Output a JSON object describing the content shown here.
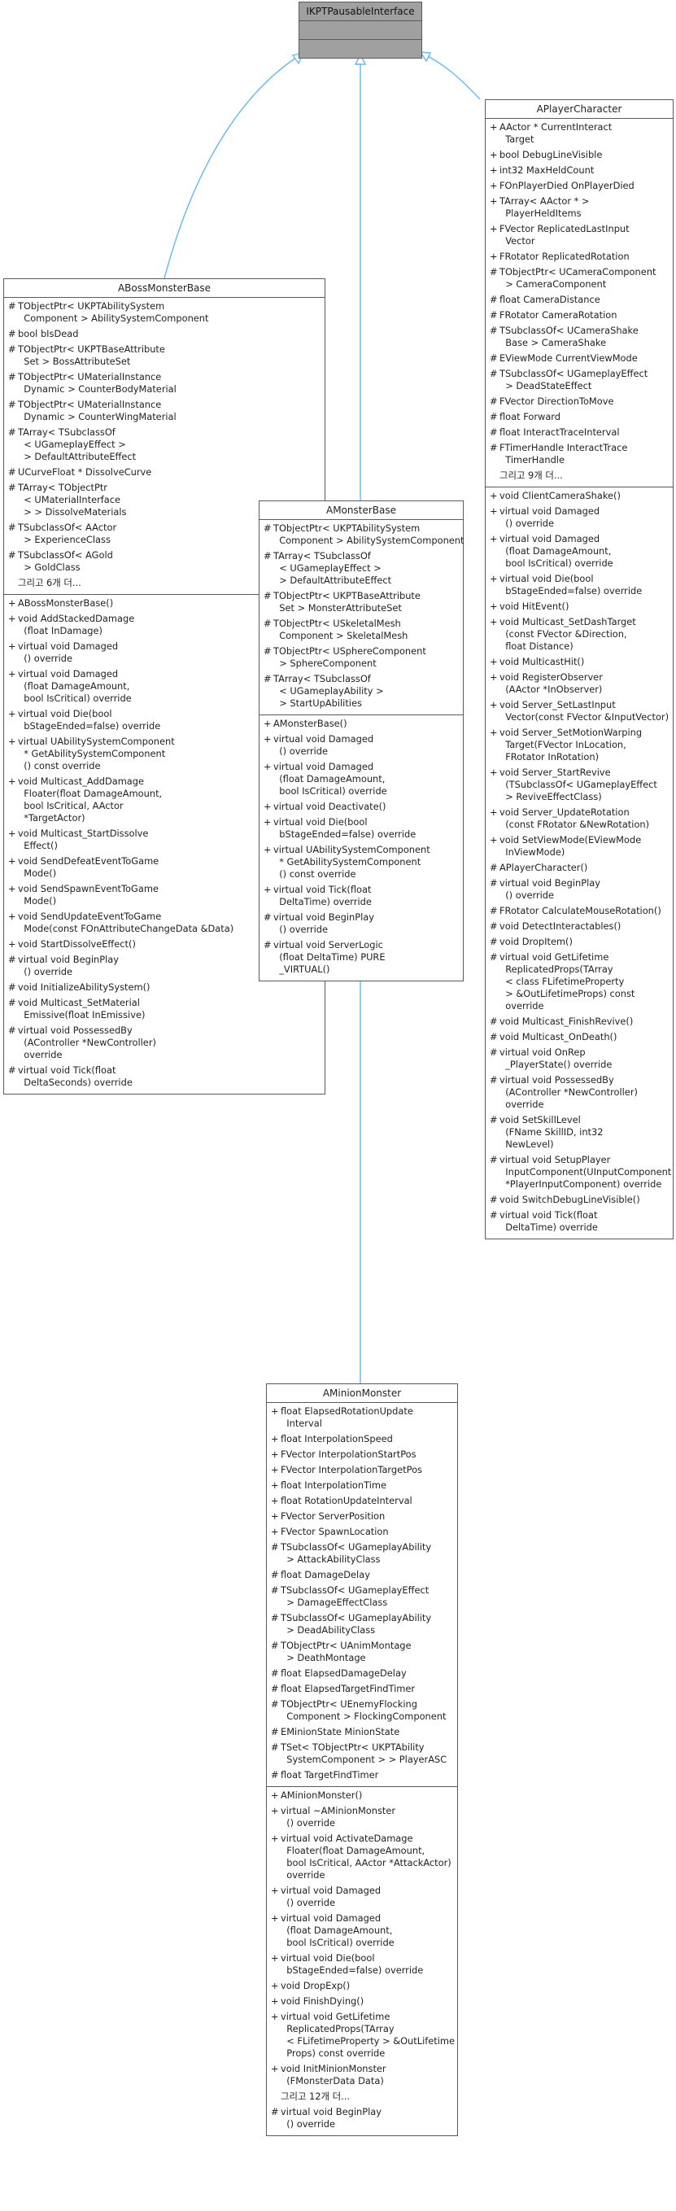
{
  "diagram": {
    "interface": {
      "title": "IKPTPausableInterface"
    },
    "classes": [
      {
        "id": "boss",
        "title": "ABossMonsterBase",
        "attributes": [
          [
            "#",
            "TObjectPtr< UKPTAbilitySystem\n  Component > AbilitySystemComponent"
          ],
          [
            "#",
            "bool bIsDead"
          ],
          [
            "#",
            "TObjectPtr< UKPTBaseAttribute\n  Set > BossAttributeSet"
          ],
          [
            "#",
            "TObjectPtr< UMaterialInstance\n  Dynamic > CounterBodyMaterial"
          ],
          [
            "#",
            "TObjectPtr< UMaterialInstance\n  Dynamic > CounterWingMaterial"
          ],
          [
            "#",
            "TArray< TSubclassOf\n  < UGameplayEffect >\n  > DefaultAttributeEffect"
          ],
          [
            "#",
            "UCurveFloat * DissolveCurve"
          ],
          [
            "#",
            "TArray< TObjectPtr\n  < UMaterialInterface\n  > > DissolveMaterials"
          ],
          [
            "#",
            "TSubclassOf< AActor\n  > ExperienceClass"
          ],
          [
            "#",
            "TSubclassOf< AGold\n  > GoldClass"
          ],
          [
            "",
            "그리고 6개 더..."
          ]
        ],
        "methods": [
          [
            "+",
            "ABossMonsterBase()"
          ],
          [
            "+",
            "void AddStackedDamage\n  (float InDamage)"
          ],
          [
            "+",
            "virtual void Damaged\n  () override"
          ],
          [
            "+",
            "virtual void Damaged\n  (float DamageAmount,\n  bool IsCritical) override"
          ],
          [
            "+",
            "virtual void Die(bool\n  bStageEnded=false) override"
          ],
          [
            "+",
            "virtual UAbilitySystemComponent\n  * GetAbilitySystemComponent\n  () const override"
          ],
          [
            "+",
            "void Multicast_AddDamage\n  Floater(float DamageAmount,\n  bool IsCritical, AActor\n  *TargetActor)"
          ],
          [
            "+",
            "void Multicast_StartDissolve\n  Effect()"
          ],
          [
            "+",
            "void SendDefeatEventToGame\n  Mode()"
          ],
          [
            "+",
            "void SendSpawnEventToGame\n  Mode()"
          ],
          [
            "+",
            "void SendUpdateEventToGame\n  Mode(const FOnAttributeChangeData &Data)"
          ],
          [
            "+",
            "void StartDissolveEffect()"
          ],
          [
            "#",
            "virtual void BeginPlay\n  () override"
          ],
          [
            "#",
            "void InitializeAbilitySystem()"
          ],
          [
            "#",
            "void Multicast_SetMaterial\n  Emissive(float InEmissive)"
          ],
          [
            "#",
            "virtual void PossessedBy\n  (AController *NewController)\n  override"
          ],
          [
            "#",
            "virtual void Tick(float\n  DeltaSeconds) override"
          ]
        ]
      },
      {
        "id": "monster",
        "title": "AMonsterBase",
        "attributes": [
          [
            "#",
            "TObjectPtr< UKPTAbilitySystem\n  Component > AbilitySystemComponent"
          ],
          [
            "#",
            "TArray< TSubclassOf\n  < UGameplayEffect >\n  > DefaultAttributeEffect"
          ],
          [
            "#",
            "TObjectPtr< UKPTBaseAttribute\n  Set > MonsterAttributeSet"
          ],
          [
            "#",
            "TObjectPtr< USkeletalMesh\n  Component > SkeletalMesh"
          ],
          [
            "#",
            "TObjectPtr< USphereComponent\n  > SphereComponent"
          ],
          [
            "#",
            "TArray< TSubclassOf\n  < UGameplayAbility >\n  > StartUpAbilities"
          ]
        ],
        "methods": [
          [
            "+",
            "AMonsterBase()"
          ],
          [
            "+",
            "virtual void Damaged\n  () override"
          ],
          [
            "+",
            "virtual void Damaged\n  (float DamageAmount,\n  bool IsCritical) override"
          ],
          [
            "+",
            "virtual void Deactivate()"
          ],
          [
            "+",
            "virtual void Die(bool\n  bStageEnded=false) override"
          ],
          [
            "+",
            "virtual UAbilitySystemComponent\n  * GetAbilitySystemComponent\n  () const override"
          ],
          [
            "+",
            "virtual void Tick(float\n  DeltaTime) override"
          ],
          [
            "#",
            "virtual void BeginPlay\n  () override"
          ],
          [
            "#",
            "virtual void ServerLogic\n  (float DeltaTime) PURE\n  _VIRTUAL()"
          ]
        ]
      },
      {
        "id": "player",
        "title": "APlayerCharacter",
        "attributes": [
          [
            "+",
            "AActor * CurrentInteract\n  Target"
          ],
          [
            "+",
            "bool DebugLineVisible"
          ],
          [
            "+",
            "int32 MaxHeldCount"
          ],
          [
            "+",
            "FOnPlayerDied OnPlayerDied"
          ],
          [
            "+",
            "TArray< AActor * >\n  PlayerHeldItems"
          ],
          [
            "+",
            "FVector ReplicatedLastInput\n  Vector"
          ],
          [
            "+",
            "FRotator ReplicatedRotation"
          ],
          [
            "#",
            "TObjectPtr< UCameraComponent\n  > CameraComponent"
          ],
          [
            "#",
            "float CameraDistance"
          ],
          [
            "#",
            "FRotator CameraRotation"
          ],
          [
            "#",
            "TSubclassOf< UCameraShake\n  Base > CameraShake"
          ],
          [
            "#",
            "EViewMode CurrentViewMode"
          ],
          [
            "#",
            "TSubclassOf< UGameplayEffect\n  > DeadStateEffect"
          ],
          [
            "#",
            "FVector DirectionToMove"
          ],
          [
            "#",
            "float Forward"
          ],
          [
            "#",
            "float InteractTraceInterval"
          ],
          [
            "#",
            "FTimerHandle InteractTrace\n  TimerHandle"
          ],
          [
            "",
            "그리고 9개 더..."
          ]
        ],
        "methods": [
          [
            "+",
            "void ClientCameraShake()"
          ],
          [
            "+",
            "virtual void Damaged\n  () override"
          ],
          [
            "+",
            "virtual void Damaged\n  (float DamageAmount,\n  bool IsCritical) override"
          ],
          [
            "+",
            "virtual void Die(bool\n  bStageEnded=false) override"
          ],
          [
            "+",
            "void HitEvent()"
          ],
          [
            "+",
            "void Multicast_SetDashTarget\n  (const FVector &Direction,\n  float Distance)"
          ],
          [
            "+",
            "void MulticastHit()"
          ],
          [
            "+",
            "void RegisterObserver\n  (AActor *InObserver)"
          ],
          [
            "+",
            "void Server_SetLastInput\n  Vector(const FVector &InputVector)"
          ],
          [
            "+",
            "void Server_SetMotionWarping\n  Target(FVector InLocation,\n  FRotator InRotation)"
          ],
          [
            "+",
            "void Server_StartRevive\n  (TSubclassOf< UGameplayEffect\n  > ReviveEffectClass)"
          ],
          [
            "+",
            "void Server_UpdateRotation\n  (const FRotator &NewRotation)"
          ],
          [
            "+",
            "void SetViewMode(EViewMode\n  InViewMode)"
          ],
          [
            "#",
            "APlayerCharacter()"
          ],
          [
            "#",
            "virtual void BeginPlay\n  () override"
          ],
          [
            "#",
            "FRotator CalculateMouseRotation()"
          ],
          [
            "#",
            "void DetectInteractables()"
          ],
          [
            "#",
            "void DropItem()"
          ],
          [
            "#",
            "virtual void GetLifetime\n  ReplicatedProps(TArray\n  < class FLifetimeProperty\n  > &OutLifetimeProps) const\n  override"
          ],
          [
            "#",
            "void Multicast_FinishRevive()"
          ],
          [
            "#",
            "void Multicast_OnDeath()"
          ],
          [
            "#",
            "virtual void OnRep\n  _PlayerState() override"
          ],
          [
            "#",
            "virtual void PossessedBy\n  (AController *NewController)\n  override"
          ],
          [
            "#",
            "void SetSkillLevel\n  (FName SkillID, int32\n  NewLevel)"
          ],
          [
            "#",
            "virtual void SetupPlayer\n  InputComponent(UInputComponent\n  *PlayerInputComponent) override"
          ],
          [
            "#",
            "void SwitchDebugLineVisible()"
          ],
          [
            "#",
            "virtual void Tick(float\n  DeltaTime) override"
          ]
        ]
      },
      {
        "id": "minion",
        "title": "AMinionMonster",
        "attributes": [
          [
            "+",
            "float ElapsedRotationUpdate\n  Interval"
          ],
          [
            "+",
            "float InterpolationSpeed"
          ],
          [
            "+",
            "FVector InterpolationStartPos"
          ],
          [
            "+",
            "FVector InterpolationTargetPos"
          ],
          [
            "+",
            "float InterpolationTime"
          ],
          [
            "+",
            "float RotationUpdateInterval"
          ],
          [
            "+",
            "FVector ServerPosition"
          ],
          [
            "+",
            "FVector SpawnLocation"
          ],
          [
            "#",
            "TSubclassOf< UGameplayAbility\n  > AttackAbilityClass"
          ],
          [
            "#",
            "float DamageDelay"
          ],
          [
            "#",
            "TSubclassOf< UGameplayEffect\n  > DamageEffectClass"
          ],
          [
            "#",
            "TSubclassOf< UGameplayAbility\n  > DeadAbilityClass"
          ],
          [
            "#",
            "TObjectPtr< UAnimMontage\n  > DeathMontage"
          ],
          [
            "#",
            "float ElapsedDamageDelay"
          ],
          [
            "#",
            "float ElapsedTargetFindTimer"
          ],
          [
            "#",
            "TObjectPtr< UEnemyFlocking\n  Component > FlockingComponent"
          ],
          [
            "#",
            "EMinionState MinionState"
          ],
          [
            "#",
            "TSet< TObjectPtr< UKPTAbility\n  SystemComponent > > PlayerASC"
          ],
          [
            "#",
            "float TargetFindTimer"
          ]
        ],
        "methods": [
          [
            "+",
            "AMinionMonster()"
          ],
          [
            "+",
            "virtual ~AMinionMonster\n  () override"
          ],
          [
            "+",
            "virtual void ActivateDamage\n  Floater(float DamageAmount,\n  bool IsCritical, AActor *AttackActor)\n  override"
          ],
          [
            "+",
            "virtual void Damaged\n  () override"
          ],
          [
            "+",
            "virtual void Damaged\n  (float DamageAmount,\n  bool IsCritical) override"
          ],
          [
            "+",
            "virtual void Die(bool\n  bStageEnded=false) override"
          ],
          [
            "+",
            "void DropExp()"
          ],
          [
            "+",
            "void FinishDying()"
          ],
          [
            "+",
            "virtual void GetLifetime\n  ReplicatedProps(TArray\n  < FLifetimeProperty > &OutLifetime\n  Props) const override"
          ],
          [
            "+",
            "void InitMinionMonster\n  (FMonsterData Data)"
          ],
          [
            "",
            "그리고 12개 더..."
          ],
          [
            "#",
            "virtual void BeginPlay\n  () override"
          ]
        ]
      }
    ]
  }
}
